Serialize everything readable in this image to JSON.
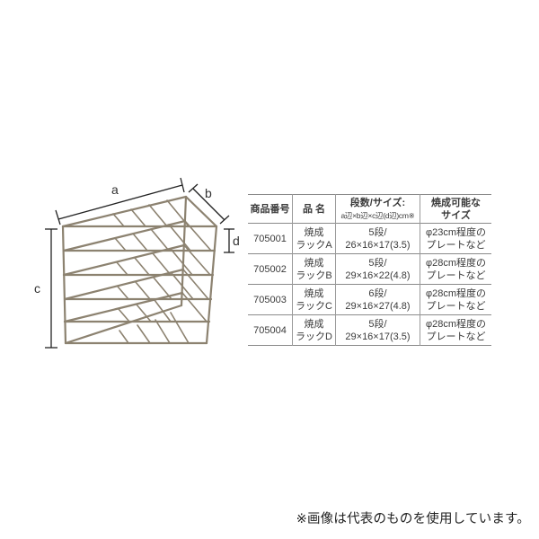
{
  "diagram": {
    "labels": {
      "a": "a",
      "b": "b",
      "c": "c",
      "d": "d"
    },
    "shelf_count": 6,
    "frame_color": "#8c8270"
  },
  "table": {
    "headers": {
      "code": "商品番号",
      "name": "品 名",
      "size_line1": "段数/サイズ:",
      "size_line2": "a辺×b辺×c辺(d辺)cm※",
      "capacity_line1": "焼成可能な",
      "capacity_line2": "サイズ"
    },
    "rows": [
      {
        "code": "705001",
        "name_line1": "焼成",
        "name_line2": "ラックA",
        "tiers": "5段/",
        "size": "26×16×17(3.5)",
        "cap_line1": "φ23cm程度の",
        "cap_line2": "プレートなど"
      },
      {
        "code": "705002",
        "name_line1": "焼成",
        "name_line2": "ラックB",
        "tiers": "5段/",
        "size": "29×16×22(4.8)",
        "cap_line1": "φ28cm程度の",
        "cap_line2": "プレートなど"
      },
      {
        "code": "705003",
        "name_line1": "焼成",
        "name_line2": "ラックC",
        "tiers": "6段/",
        "size": "29×16×27(4.8)",
        "cap_line1": "φ28cm程度の",
        "cap_line2": "プレートなど"
      },
      {
        "code": "705004",
        "name_line1": "焼成",
        "name_line2": "ラックD",
        "tiers": "5段/",
        "size": "29×16×17(3.5)",
        "cap_line1": "φ28cm程度の",
        "cap_line2": "プレートなど"
      }
    ]
  },
  "note": "※画像は代表のものを使用しています。"
}
